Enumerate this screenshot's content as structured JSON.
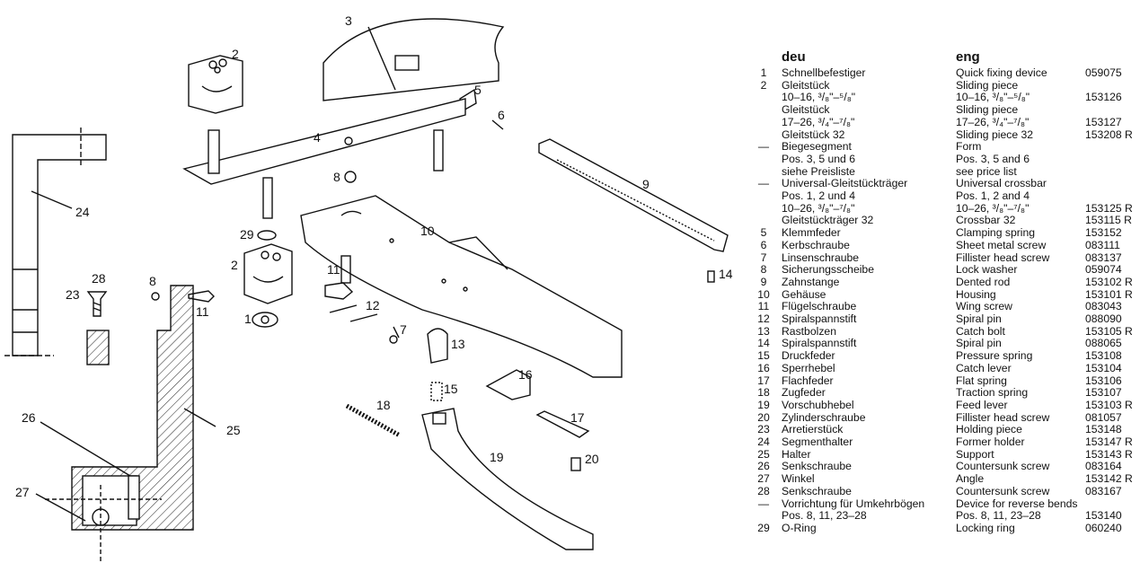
{
  "headers": {
    "deu": "deu",
    "eng": "eng"
  },
  "callouts": [
    "1",
    "2",
    "3",
    "4",
    "5",
    "6",
    "7",
    "8",
    "9",
    "10",
    "11",
    "12",
    "13",
    "14",
    "15",
    "16",
    "17",
    "18",
    "19",
    "20",
    "23",
    "24",
    "25",
    "26",
    "27",
    "28",
    "29"
  ],
  "parts": [
    {
      "num": "1",
      "de": "Schnellbefestiger",
      "en": "Quick fixing device",
      "pn": "059075"
    },
    {
      "num": "2",
      "de": "Gleitstück",
      "en": "Sliding piece",
      "pn": ""
    },
    {
      "num": "",
      "de": "10–16, ³/₈\"–⁵/₈\"",
      "en": "10–16, ³/₈\"–⁵/₈\"",
      "pn": "153126"
    },
    {
      "num": "",
      "de": "Gleitstück",
      "en": "Sliding piece",
      "pn": ""
    },
    {
      "num": "",
      "de": "17–26, ³/₄\"–⁷/₈\"",
      "en": "17–26, ³/₄\"–⁷/₈\"",
      "pn": "153127"
    },
    {
      "num": "",
      "de": "Gleitstück 32",
      "en": "Sliding piece 32",
      "pn": "153208 R"
    },
    {
      "num": "—",
      "de": "Biegesegment",
      "en": "Form",
      "pn": ""
    },
    {
      "num": "",
      "de": "Pos. 3, 5 und 6",
      "en": "Pos. 3, 5 and 6",
      "pn": ""
    },
    {
      "num": "",
      "de": "siehe Preisliste",
      "en": "see price list",
      "pn": ""
    },
    {
      "num": "—",
      "de": "Universal-Gleitstückträger",
      "en": "Universal crossbar",
      "pn": ""
    },
    {
      "num": "",
      "de": "Pos. 1, 2 und 4",
      "en": "Pos. 1, 2 and 4",
      "pn": ""
    },
    {
      "num": "",
      "de": "10–26, ³/₈\"–⁷/₈\"",
      "en": "10–26, ³/₈\"–⁷/₈\"",
      "pn": "153125 R"
    },
    {
      "num": "",
      "de": "Gleitstückträger 32",
      "en": "Crossbar 32",
      "pn": "153115 R"
    },
    {
      "num": "5",
      "de": "Klemmfeder",
      "en": "Clamping spring",
      "pn": "153152"
    },
    {
      "num": "6",
      "de": "Kerbschraube",
      "en": "Sheet metal screw",
      "pn": "083111"
    },
    {
      "num": "7",
      "de": "Linsenschraube",
      "en": "Fillister head screw",
      "pn": "083137"
    },
    {
      "num": "8",
      "de": "Sicherungsscheibe",
      "en": "Lock washer",
      "pn": "059074"
    },
    {
      "num": "9",
      "de": "Zahnstange",
      "en": "Dented rod",
      "pn": "153102 R"
    },
    {
      "num": "10",
      "de": "Gehäuse",
      "en": "Housing",
      "pn": "153101 R"
    },
    {
      "num": "11",
      "de": "Flügelschraube",
      "en": "Wing screw",
      "pn": "083043"
    },
    {
      "num": "12",
      "de": "Spiralspannstift",
      "en": "Spiral pin",
      "pn": "088090"
    },
    {
      "num": "13",
      "de": "Rastbolzen",
      "en": "Catch bolt",
      "pn": "153105 R"
    },
    {
      "num": "14",
      "de": "Spiralspannstift",
      "en": "Spiral pin",
      "pn": "088065"
    },
    {
      "num": "15",
      "de": "Druckfeder",
      "en": "Pressure spring",
      "pn": "153108"
    },
    {
      "num": "16",
      "de": "Sperrhebel",
      "en": "Catch lever",
      "pn": "153104"
    },
    {
      "num": "17",
      "de": "Flachfeder",
      "en": "Flat spring",
      "pn": "153106"
    },
    {
      "num": "18",
      "de": "Zugfeder",
      "en": "Traction spring",
      "pn": "153107"
    },
    {
      "num": "19",
      "de": "Vorschubhebel",
      "en": "Feed lever",
      "pn": "153103 R"
    },
    {
      "num": "20",
      "de": "Zylinderschraube",
      "en": "Fillister head screw",
      "pn": "081057"
    },
    {
      "num": "23",
      "de": "Arretierstück",
      "en": "Holding piece",
      "pn": "153148"
    },
    {
      "num": "24",
      "de": "Segmenthalter",
      "en": "Former holder",
      "pn": "153147 R"
    },
    {
      "num": "25",
      "de": "Halter",
      "en": "Support",
      "pn": "153143 R"
    },
    {
      "num": "26",
      "de": "Senkschraube",
      "en": "Countersunk screw",
      "pn": "083164"
    },
    {
      "num": "27",
      "de": "Winkel",
      "en": "Angle",
      "pn": "153142 R"
    },
    {
      "num": "28",
      "de": "Senkschraube",
      "en": "Countersunk screw",
      "pn": "083167"
    },
    {
      "num": "—",
      "de": "Vorrichtung für Umkehrbögen",
      "en": "Device for reverse bends",
      "pn": ""
    },
    {
      "num": "",
      "de": "Pos. 8, 11, 23–28",
      "en": "Pos. 8, 11, 23–28",
      "pn": "153140"
    },
    {
      "num": "29",
      "de": "O-Ring",
      "en": "Locking ring",
      "pn": "060240"
    }
  ]
}
